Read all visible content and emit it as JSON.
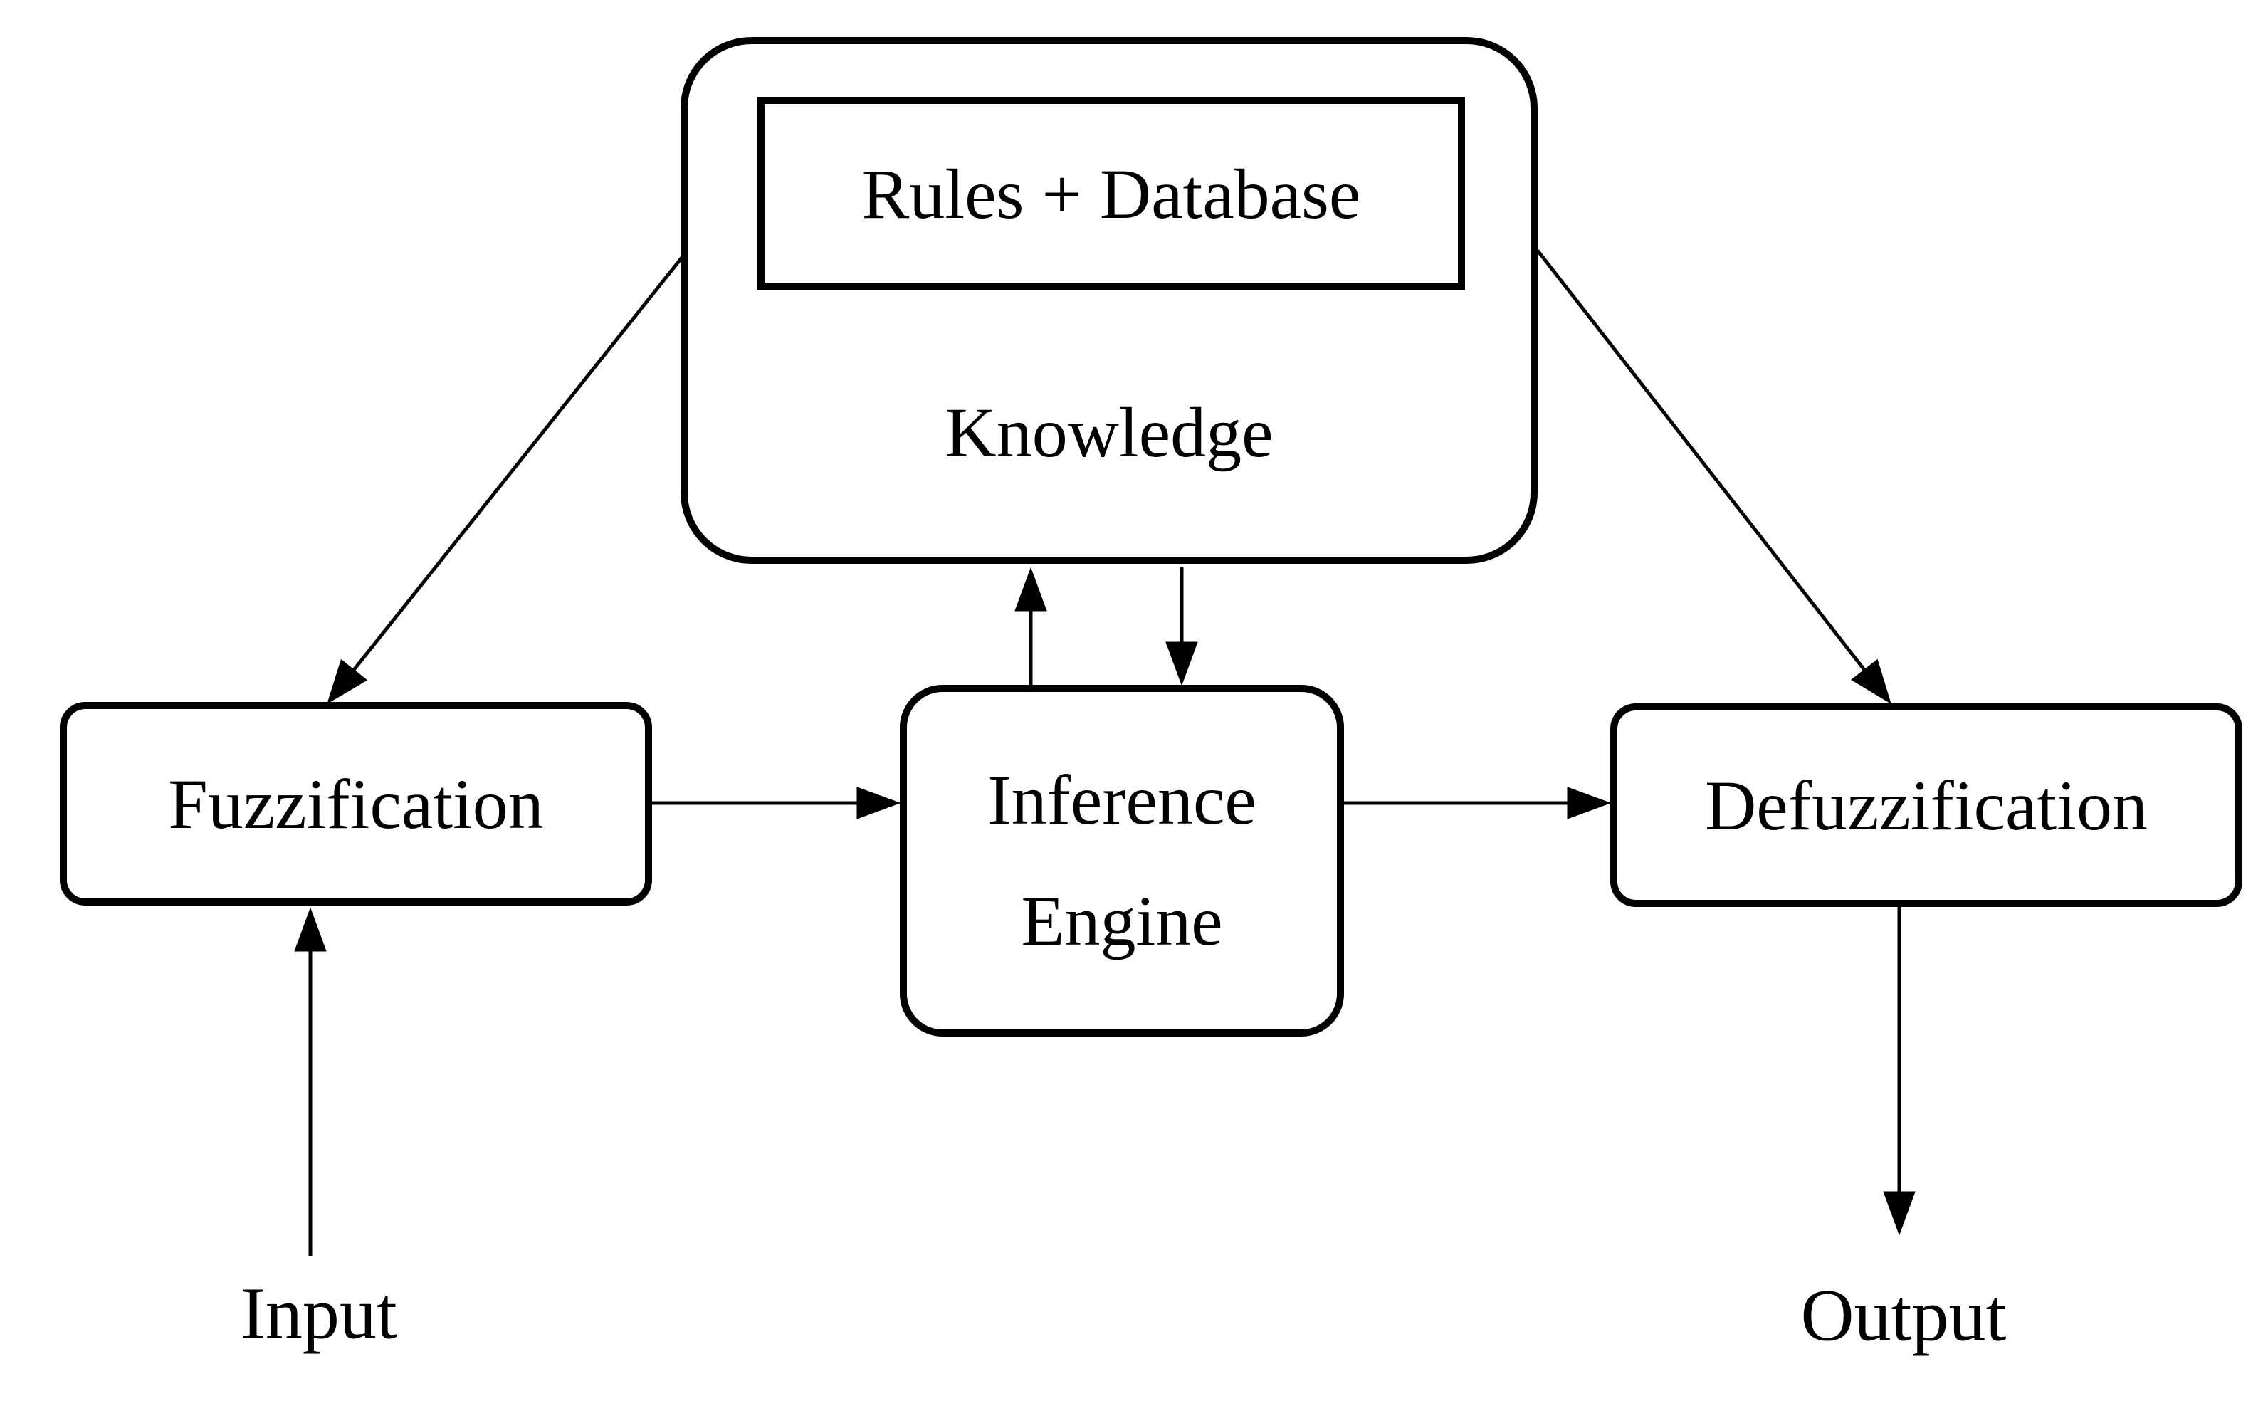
{
  "nodes": {
    "knowledge": {
      "label": "Knowledge"
    },
    "rules_database": {
      "label": "Rules + Database"
    },
    "fuzzification": {
      "label": "Fuzzification"
    },
    "inference_engine": {
      "label_line1": "Inference",
      "label_line2": "Engine"
    },
    "defuzzification": {
      "label": "Defuzzification"
    }
  },
  "io_labels": {
    "input": "Input",
    "output": "Output"
  },
  "edges": [
    {
      "from": "Knowledge",
      "to": "Fuzzification",
      "style": "diagonal-arrow"
    },
    {
      "from": "Knowledge",
      "to": "Defuzzification",
      "style": "diagonal-arrow"
    },
    {
      "from": "Inference Engine",
      "to": "Knowledge",
      "style": "vertical-arrow-up"
    },
    {
      "from": "Knowledge",
      "to": "Inference Engine",
      "style": "vertical-arrow-down"
    },
    {
      "from": "Fuzzification",
      "to": "Inference Engine",
      "style": "horizontal-arrow"
    },
    {
      "from": "Inference Engine",
      "to": "Defuzzification",
      "style": "horizontal-arrow"
    },
    {
      "from": "Input",
      "to": "Fuzzification",
      "style": "vertical-arrow-up"
    },
    {
      "from": "Defuzzification",
      "to": "Output",
      "style": "vertical-arrow-down"
    }
  ],
  "colors": {
    "stroke": "#000000",
    "text": "#000000",
    "background": "#ffffff"
  }
}
